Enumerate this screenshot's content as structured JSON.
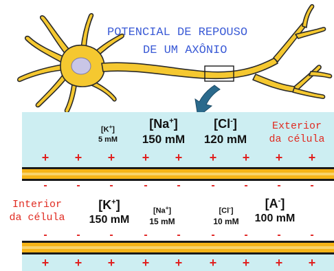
{
  "title": {
    "line1": "POTENCIAL DE REPOUSO",
    "line2": "DE UM AXÔNIO"
  },
  "exterior": {
    "label_line1": "Exterior",
    "label_line2": "da célula",
    "ions": [
      {
        "symbol": "[K",
        "charge": "+",
        "close": "]",
        "concentration": "5 mM"
      },
      {
        "symbol": "[Na",
        "charge": "+",
        "close": "]",
        "concentration": "150 mM"
      },
      {
        "symbol": "[Cl",
        "charge": "-",
        "close": "]",
        "concentration": "120 mM"
      }
    ]
  },
  "interior": {
    "label_line1": "Interior",
    "label_line2": "da célula",
    "ions": [
      {
        "symbol": "[K",
        "charge": "+",
        "close": "]",
        "concentration": "150 mM"
      },
      {
        "symbol": "[Na",
        "charge": "+",
        "close": "]",
        "concentration": "15 mM"
      },
      {
        "symbol": "[Cl",
        "charge": "-",
        "close": "]",
        "concentration": "10 mM"
      },
      {
        "symbol": "[A",
        "charge": "-",
        "close": "]",
        "concentration": "100 mM"
      }
    ]
  },
  "signs": {
    "positive": "+",
    "negative": "-"
  },
  "colors": {
    "neuron_body": "#f5c830",
    "nucleus": "#c9c6e6",
    "membrane": "#f6b417",
    "extracellular": "#cdeef2",
    "charge": "#e0201f",
    "title": "#3b5bd6",
    "arrow": "#2b6a8c"
  }
}
